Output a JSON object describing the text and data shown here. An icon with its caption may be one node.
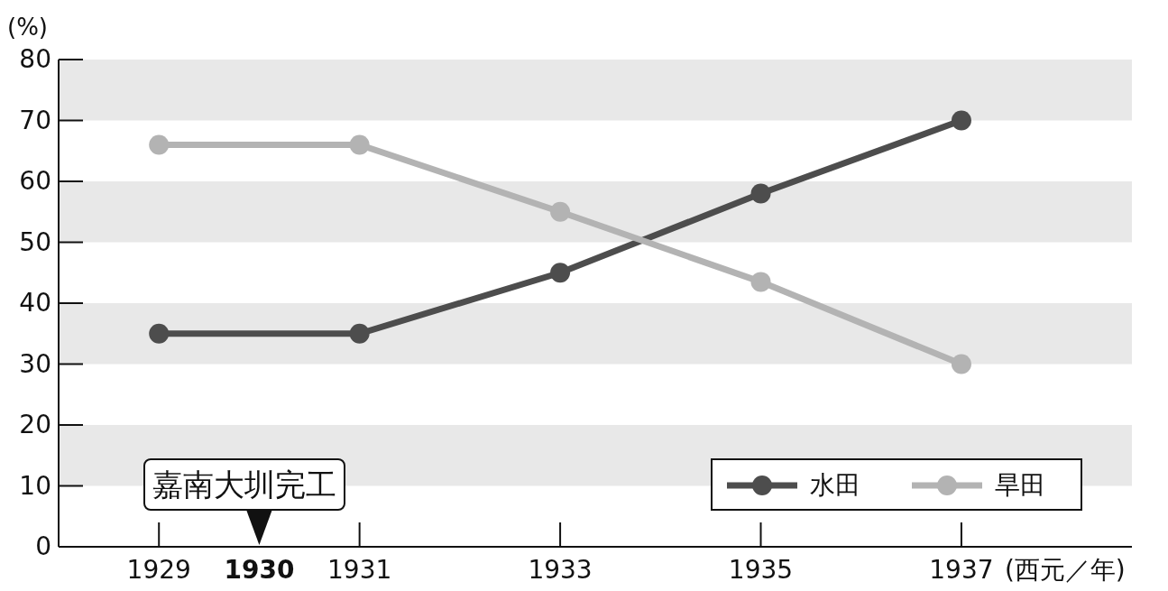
{
  "diagram": {
    "chart_data": {
      "type": "line",
      "xlabel": "(西元／年)",
      "ylabel": "(%)",
      "x": [
        1929,
        1931,
        1933,
        1935,
        1937
      ],
      "series": [
        {
          "name": "水田",
          "color": "#4d4d4d",
          "marker": "o",
          "values": [
            35,
            35,
            45,
            58,
            70
          ]
        },
        {
          "name": "旱田",
          "color": "#b3b3b3",
          "marker": "o",
          "values": [
            66,
            66,
            55,
            43.5,
            30
          ]
        }
      ],
      "legend": "lower right",
      "xlim": [
        1928,
        1938.7
      ],
      "ylim": [
        0,
        80
      ],
      "xticks": [
        1929,
        1930,
        1931,
        1933,
        1935,
        1937
      ],
      "yticks": [
        0,
        10,
        20,
        30,
        40,
        50,
        60,
        70,
        80
      ],
      "annotations": [
        "嘉南大圳完工"
      ]
    }
  }
}
